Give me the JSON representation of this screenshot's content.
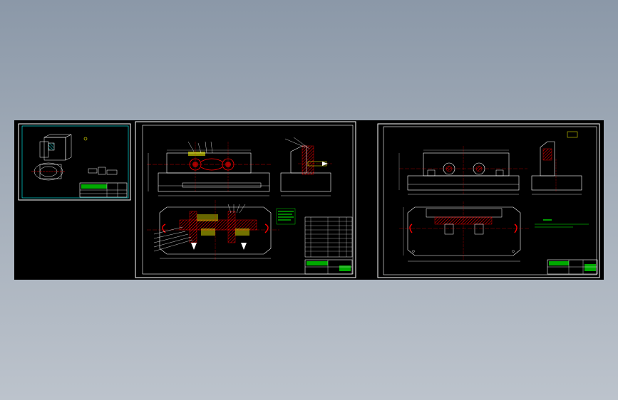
{
  "sheets": [
    {
      "id": "sheet-1",
      "title_mark": ""
    },
    {
      "id": "sheet-2",
      "title_mark": ""
    },
    {
      "id": "sheet-3",
      "title_mark": ""
    }
  ],
  "colors": {
    "background": "#000000",
    "frame": "#ffffff",
    "outline": "#00ffff",
    "hatch": "#ff0000",
    "centerline": "#ff0000",
    "detail": "#ffff00",
    "fill_green": "#00ff00",
    "magenta": "#ff00ff"
  }
}
